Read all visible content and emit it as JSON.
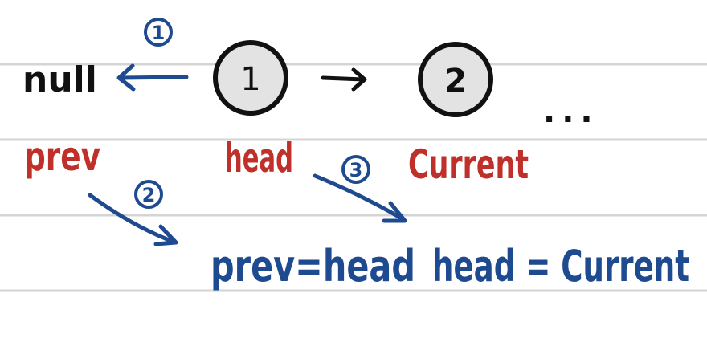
{
  "colors": {
    "ink": "#111111",
    "red": "#c0302a",
    "blue": "#1e4a8f",
    "node_fill": "#e3e3e3",
    "rule_line": "#d4d4d4"
  },
  "nodes": {
    "null_label": "null",
    "node1": "1",
    "node2": "2",
    "ellipsis": "..."
  },
  "pointers": {
    "prev": "prev",
    "head": "head",
    "current": "Current"
  },
  "steps": {
    "step1": "1",
    "step2": "2",
    "step3": "3"
  },
  "assignments": {
    "prev_eq_head": "prev=head",
    "head_eq_current": "head = Current"
  }
}
